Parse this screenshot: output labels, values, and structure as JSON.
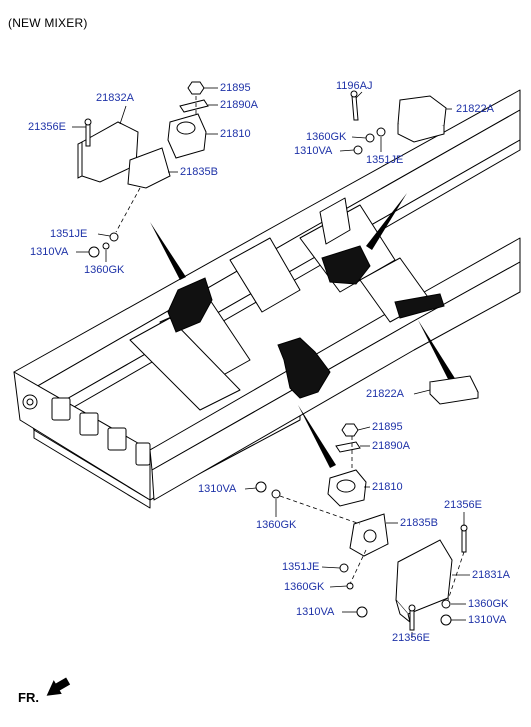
{
  "caption": "(NEW MIXER)",
  "direction_label": "FR.",
  "colors": {
    "label": "#1f33a8",
    "line": "#000000",
    "fill": "#ffffff",
    "dark": "#111111"
  },
  "part_labels": [
    {
      "id": "l1",
      "text": "21832A"
    },
    {
      "id": "l2",
      "text": "21356E"
    },
    {
      "id": "l3",
      "text": "21895"
    },
    {
      "id": "l4",
      "text": "21890A"
    },
    {
      "id": "l5",
      "text": "21810"
    },
    {
      "id": "l6",
      "text": "21835B"
    },
    {
      "id": "l7",
      "text": "1351JE"
    },
    {
      "id": "l8",
      "text": "1310VA"
    },
    {
      "id": "l9",
      "text": "1360GK"
    },
    {
      "id": "l10",
      "text": "1196AJ"
    },
    {
      "id": "l11",
      "text": "21822A"
    },
    {
      "id": "l12",
      "text": "1360GK"
    },
    {
      "id": "l13",
      "text": "1310VA"
    },
    {
      "id": "l14",
      "text": "1351JE"
    },
    {
      "id": "l15",
      "text": "21822A"
    },
    {
      "id": "l16",
      "text": "21895"
    },
    {
      "id": "l17",
      "text": "21890A"
    },
    {
      "id": "l18",
      "text": "1310VA"
    },
    {
      "id": "l19",
      "text": "21810"
    },
    {
      "id": "l20",
      "text": "1360GK"
    },
    {
      "id": "l21",
      "text": "21835B"
    },
    {
      "id": "l22",
      "text": "21356E"
    },
    {
      "id": "l23",
      "text": "1351JE"
    },
    {
      "id": "l24",
      "text": "21831A"
    },
    {
      "id": "l25",
      "text": "1360GK"
    },
    {
      "id": "l26",
      "text": "1360GK"
    },
    {
      "id": "l27",
      "text": "1310VA"
    },
    {
      "id": "l28",
      "text": "1310VA"
    },
    {
      "id": "l29",
      "text": "21356E"
    }
  ]
}
